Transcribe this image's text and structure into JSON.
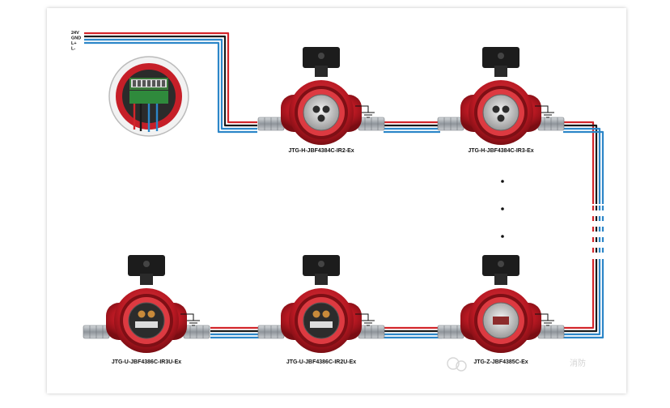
{
  "wire_labels": [
    "24V",
    "GND",
    "L+",
    "L-"
  ],
  "colors": {
    "red_wire": "#d3262b",
    "black_wire": "#1a1a1a",
    "blue_wire": "#2c86c8",
    "housing_red": "#c8202a",
    "housing_dark": "#7e0f15",
    "bracket": "#1c1c1c",
    "gland": "#9ea3a8"
  },
  "detectors": [
    {
      "id": "d1",
      "label": "JTG-H-JBF4384C-IR2-Ex",
      "window": "triple-window"
    },
    {
      "id": "d2",
      "label": "JTG-H-JBF4384C-IR3-Ex",
      "window": "triple-window"
    },
    {
      "id": "d3",
      "label": "JTG-U-JBF4386C-IR3U-Ex",
      "window": "dual-window"
    },
    {
      "id": "d4",
      "label": "JTG-U-JBF4386C-IR2U-Ex",
      "window": "dual-window"
    },
    {
      "id": "d5",
      "label": "JTG-Z-JBF4385C-Ex",
      "window": "single-window"
    }
  ],
  "continuation": "⋮",
  "watermark": "消防"
}
